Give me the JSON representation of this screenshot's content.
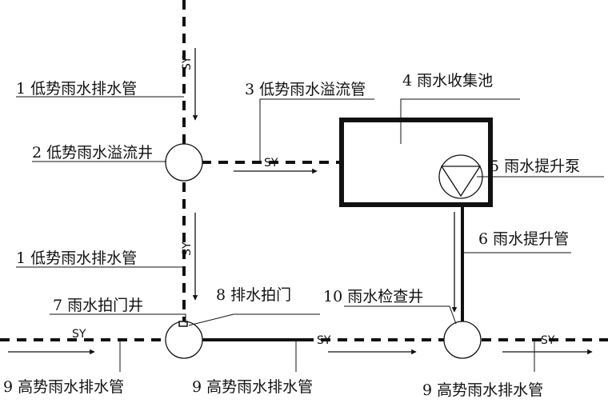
{
  "labels": {
    "low_drain_pipe_top": "1 低势雨水排水管",
    "low_overflow_well": "2 低势雨水溢流井",
    "low_overflow_pipe": "3 低势雨水溢流管",
    "rain_tank": "4 雨水收集池",
    "lift_pump": "5 雨水提升泵",
    "lift_pipe": "6 雨水提升管",
    "low_drain_pipe_mid": "1 低势雨水排水管",
    "flap_well": "7 雨水拍门井",
    "flap_gate": "8 排水拍门",
    "inspection_well": "10 雨水检查井",
    "high_drain_pipe_1": "9 高势雨水排水管",
    "high_drain_pipe_2": "9 高势雨水排水管",
    "high_drain_pipe_3": "9 高势雨水排水管"
  },
  "pipe_codes": {
    "vertical_top": "SY",
    "overflow": "SY",
    "vertical_mid": "SY",
    "bottom_left": "SY",
    "bottom_mid": "SY",
    "bottom_right": "SY"
  },
  "colors": {
    "line": "#111111",
    "background": "#ffffff"
  }
}
